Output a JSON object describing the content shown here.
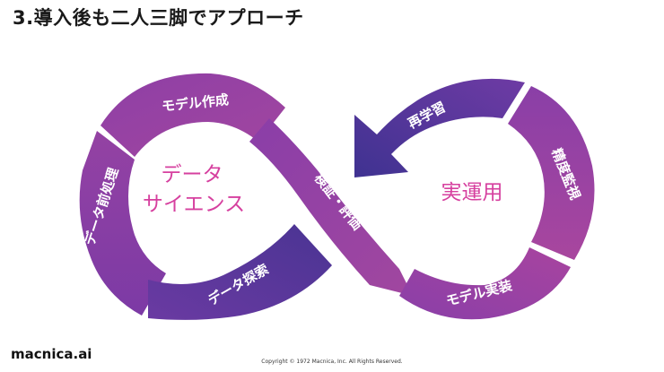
{
  "slide": {
    "title": "3.導入後も二人三脚でアプローチ"
  },
  "diagram": {
    "left_loop": {
      "center_label_line1": "データ",
      "center_label_line2": "サイエンス",
      "segments": [
        "モデル作成",
        "データ前処理",
        "データ探索"
      ]
    },
    "crossing": {
      "label": "検証・評価"
    },
    "right_loop": {
      "center_label": "実運用",
      "segments": [
        "再学習",
        "精度監視",
        "モデル実装"
      ]
    },
    "colors": {
      "segment_light": "#a8449f",
      "segment_mid": "#8b3fa8",
      "segment_dark": "#4e3594",
      "center_text": "#d6409f"
    }
  },
  "footer": {
    "logo_main": "macnica",
    "logo_dot": ".",
    "logo_suffix": "ai",
    "copyright": "Copyright © 1972 Macnica, Inc. All Rights Reserved."
  }
}
